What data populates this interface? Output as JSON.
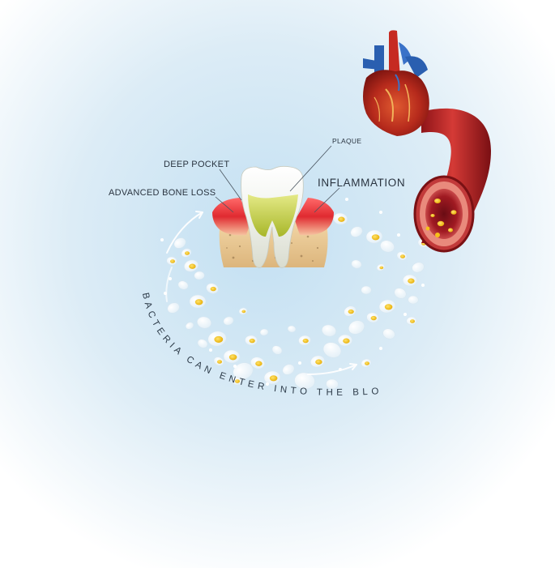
{
  "labels": {
    "plaque": "PLAQUE",
    "deep_pocket": "DEEP POCKET",
    "inflammation": "INFLAMMATION",
    "advanced_bone_loss": "ADVANCED BONE LOSS"
  },
  "caption": {
    "curved_text": "BACTERIA CAN ENTER INTO THE BLOOD STREAM"
  },
  "colors": {
    "background_glow": "#cfe6f4",
    "gum_red": "#d8262e",
    "plaque_yellow": "#c8d34a",
    "bone": "#e8c89a",
    "vessel_red": "#b81f24",
    "bacteria_yellow": "#f4c71c",
    "label_text": "#2a3440"
  },
  "icons": [
    "tooth-icon",
    "heart-icon",
    "blood-vessel-icon",
    "bacteria-icon",
    "arrow-icon"
  ]
}
